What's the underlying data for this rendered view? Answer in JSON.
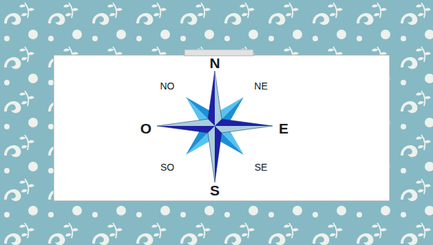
{
  "diagram": {
    "labels": [
      "N",
      "NO",
      "NE",
      "O",
      "E",
      "SO",
      "SE",
      "S"
    ]
  }
}
